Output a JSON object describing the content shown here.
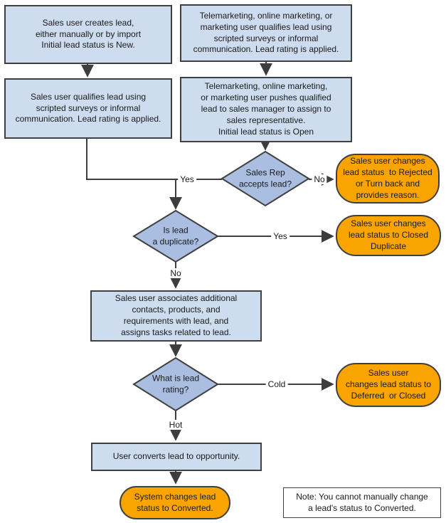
{
  "nodes": {
    "sales_creates_lead": "Sales user creates lead,\neither manually or by import\nInitial lead status is New.",
    "marketing_qualifies_lead": "Telemarketing, online marketing, or\nmarketing user qualifies lead using\nscripted surveys or informal\ncommunication. Lead rating is applied.",
    "sales_qualifies_lead": "Sales user qualifies lead using\nscripted surveys or informal\ncommunication. Lead rating is applied.",
    "marketing_pushes_lead": "Telemarketing, online marketing,\nor marketing user pushes qualified\nlead to sales manager to assign to\nsales representative.\nInitial lead status is Open",
    "decision_rep_accepts": "Sales Rep\naccepts lead?",
    "status_rejected": "Sales user changes\nlead status  to Rejected\nor Turn back and\nprovides reason.",
    "decision_duplicate": "Is lead\na duplicate?",
    "status_closed_duplicate": "Sales user changes\nlead status to Closed\nDuplicate",
    "sales_associates": "Sales user associates additional\ncontacts, products, and\nrequirements with lead, and\nassigns tasks related to lead.",
    "decision_rating": "What is lead\nrating?",
    "status_deferred_closed": "Sales user\nchanges lead status to\nDeferred  or Closed",
    "user_converts": "User converts lead to opportunity.",
    "status_converted": "System changes lead\nstatus to Converted.",
    "note": "Note: You cannot manually change\na lead's status to Converted."
  },
  "edge_labels": {
    "rep_accepts_yes": "Yes",
    "rep_accepts_no": "No",
    "duplicate_yes": "Yes",
    "duplicate_no": "No",
    "rating_cold": "Cold",
    "rating_hot": "Hot"
  },
  "colors": {
    "process_fill": "#CEDCF0",
    "decision_fill": "#A9BEE0",
    "status_fill": "#F9A400",
    "outline": "#404040",
    "connector": "#3D3D3D",
    "note_background": "#FFFFFF"
  }
}
